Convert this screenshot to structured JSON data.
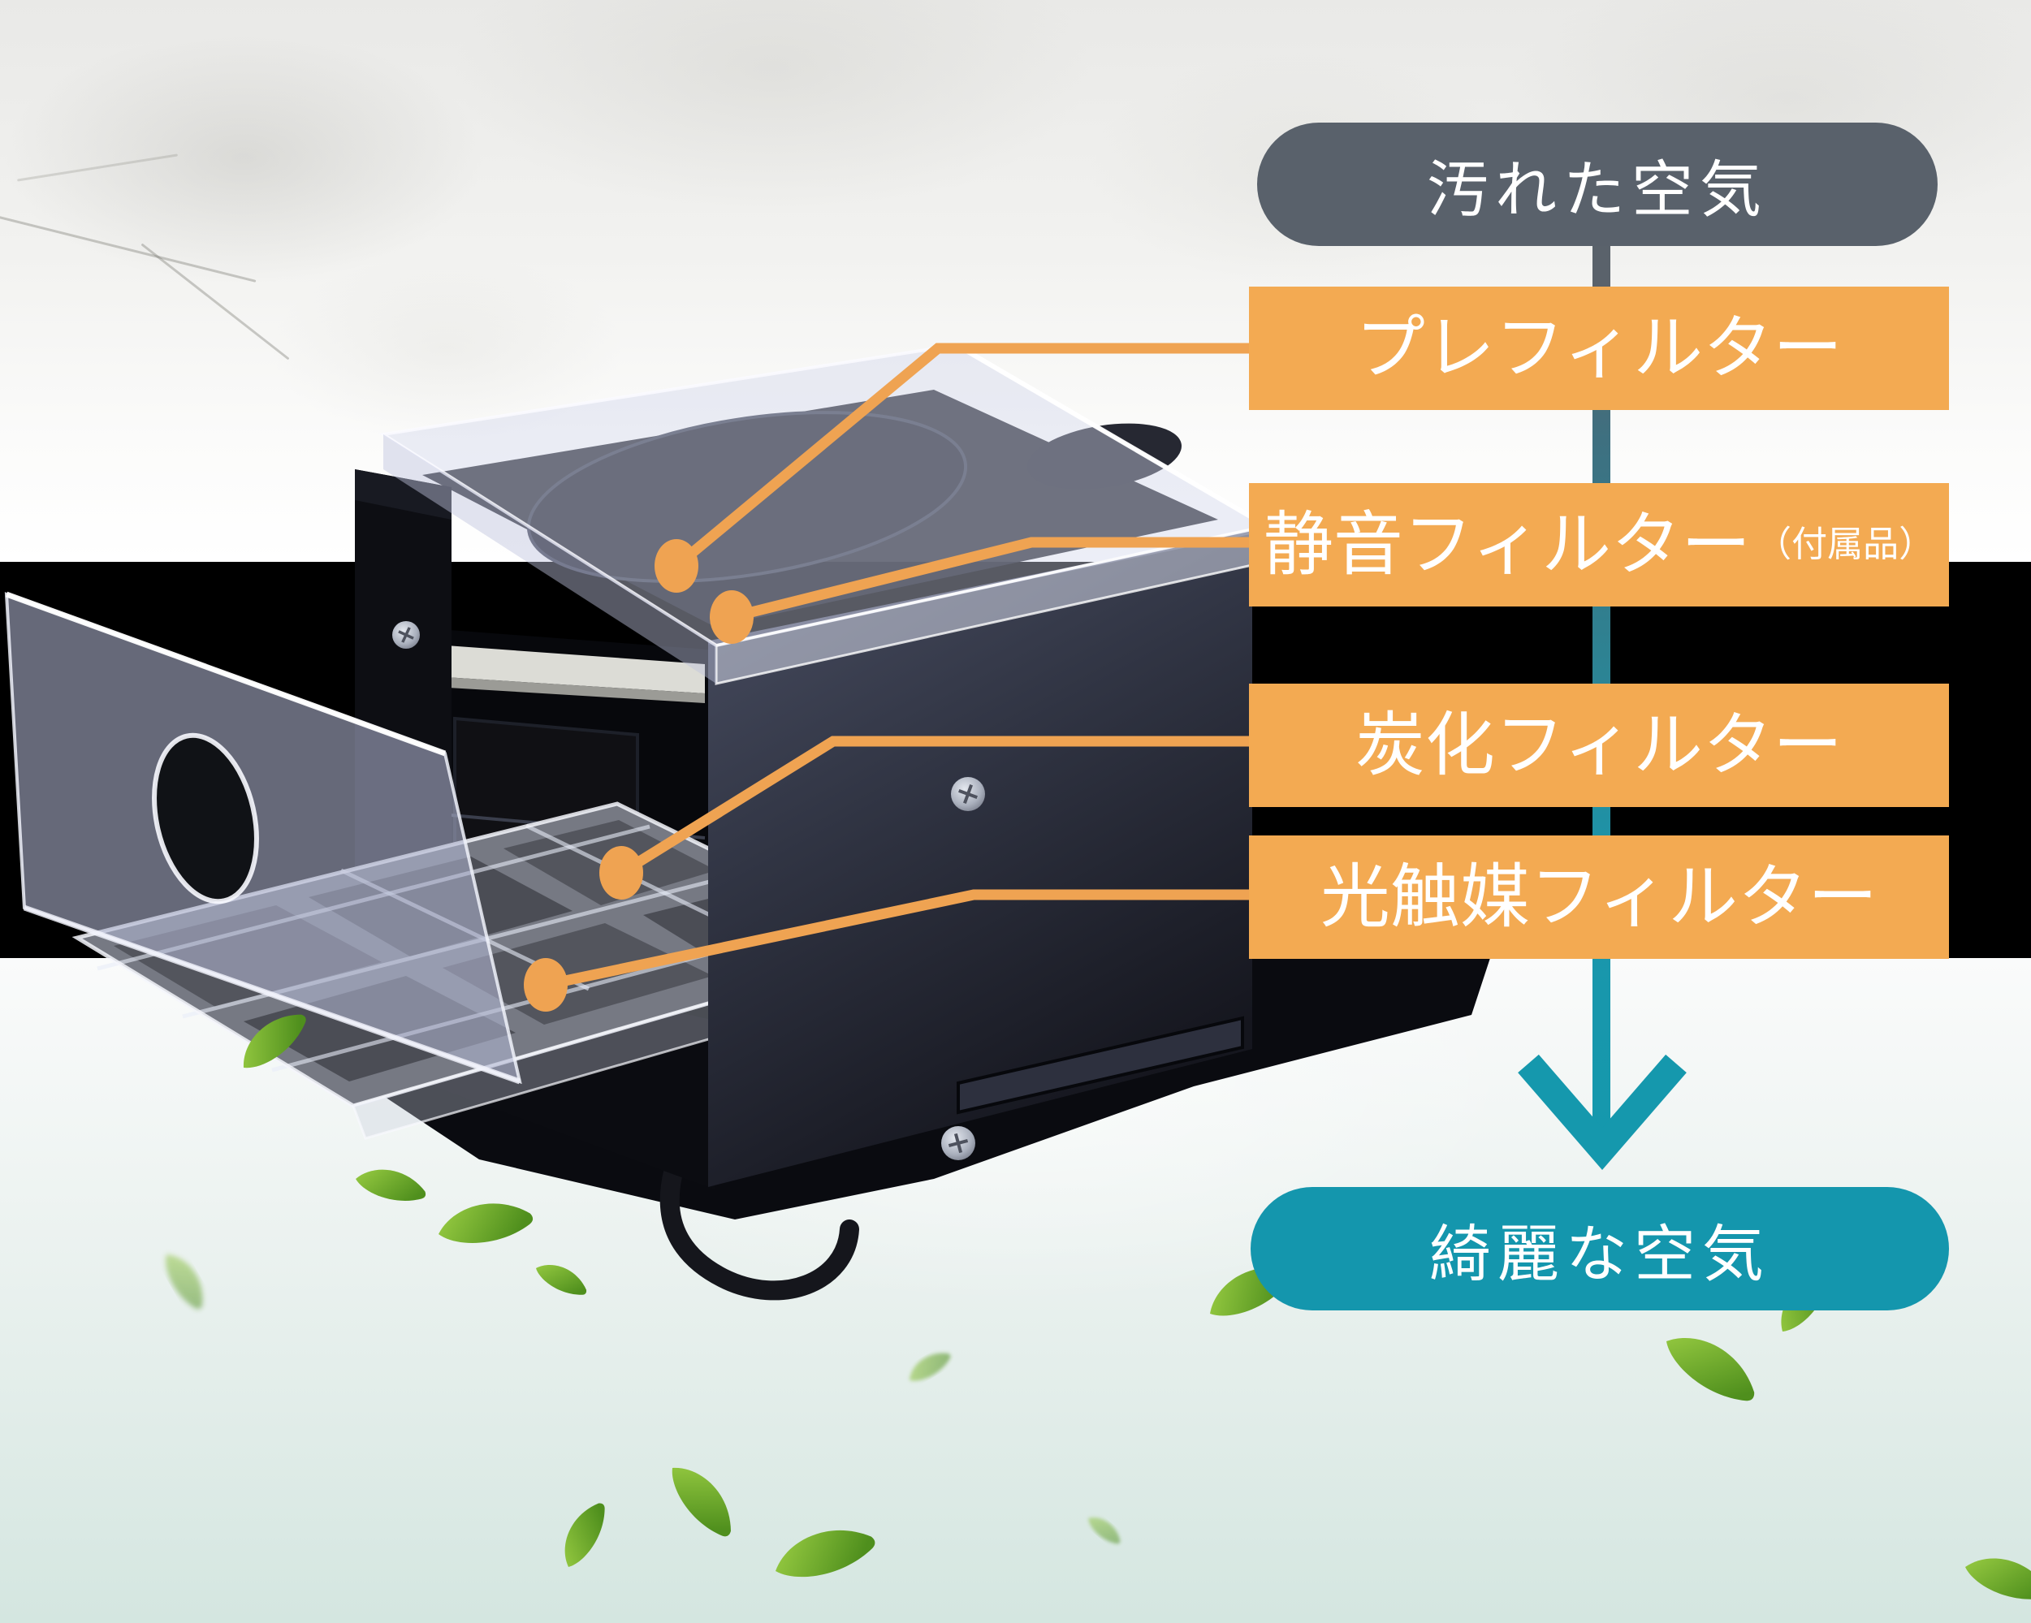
{
  "flow": {
    "input_label": "汚れた空気",
    "output_label": "綺麗な空気",
    "filters": [
      {
        "label": "プレフィルター",
        "note": ""
      },
      {
        "label": "静音フィルター",
        "note": "（付属品）"
      },
      {
        "label": "炭化フィルター",
        "note": ""
      },
      {
        "label": "光触媒フィルター",
        "note": ""
      }
    ]
  },
  "colors": {
    "filter_box_orange": "#f3aa52",
    "callout_orange": "#efa352",
    "dirty_air_gray": "#59616b",
    "clean_air_teal": "#1496ad",
    "arrow_teal": "#1598ad",
    "stem_gradient_top": "#5a626b",
    "stem_gradient_bottom": "#1598ad",
    "leaf_green": "#6fae2e"
  }
}
